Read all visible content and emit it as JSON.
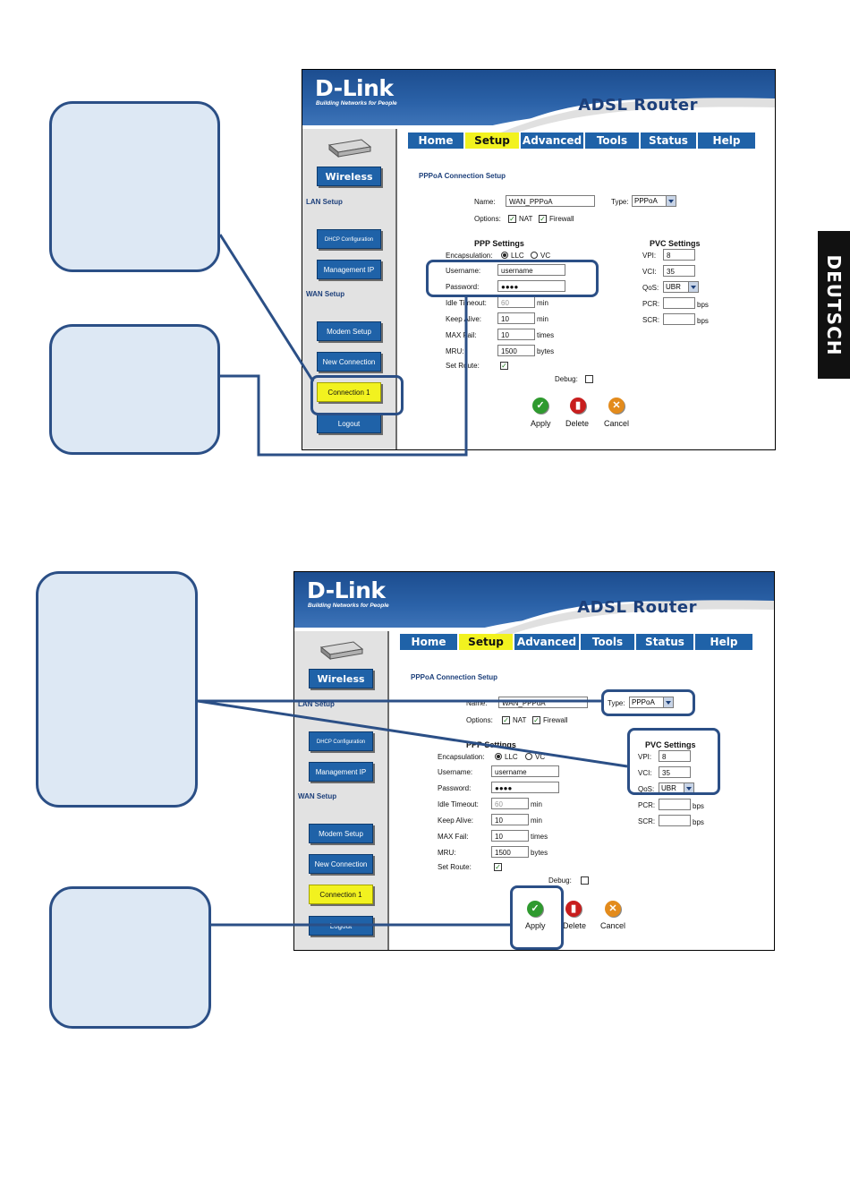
{
  "side_tab": {
    "label": "DEUTSCH"
  },
  "brand": {
    "logo": "D-Link",
    "tagline": "Building Networks for People",
    "product": "ADSL Router"
  },
  "tabs": [
    {
      "label": "Home"
    },
    {
      "label": "Setup"
    },
    {
      "label": "Advanced"
    },
    {
      "label": "Tools"
    },
    {
      "label": "Status"
    },
    {
      "label": "Help"
    }
  ],
  "active_tab": "Setup",
  "sidebar": {
    "wireless": "Wireless",
    "lan_setup": "LAN Setup",
    "dhcp": "DHCP Configuration",
    "management_ip": "Management IP",
    "wan_setup": "WAN Setup",
    "modem_setup": "Modem Setup",
    "new_connection": "New Connection",
    "connection1": "Connection 1",
    "logout": "Logout"
  },
  "form": {
    "title": "PPPoA Connection Setup",
    "name_label": "Name:",
    "name_value": "WAN_PPPoA",
    "type_label": "Type:",
    "type_value": "PPPoA",
    "options_label": "Options:",
    "nat_label": "NAT",
    "firewall_label": "Firewall",
    "ppp_settings": "PPP Settings",
    "pvc_settings": "PVC Settings",
    "encapsulation_label": "Encapsulation:",
    "llc": "LLC",
    "vc": "VC",
    "username_label": "Username:",
    "username_value": "username",
    "password_label": "Password:",
    "password_value": "●●●●",
    "idle_label": "Idle Timeout:",
    "idle_value": "60",
    "idle_unit": "min",
    "keepalive_label": "Keep Alive:",
    "keepalive_value": "10",
    "keepalive_unit": "min",
    "maxfail_label": "MAX Fail:",
    "maxfail_value": "10",
    "maxfail_unit": "times",
    "mru_label": "MRU:",
    "mru_value": "1500",
    "mru_unit": "bytes",
    "setroute_label": "Set Route:",
    "debug_label": "Debug:",
    "vpi_label": "VPI:",
    "vpi_value": "8",
    "vci_label": "VCI:",
    "vci_value": "35",
    "qos_label": "QoS:",
    "qos_value": "UBR",
    "pcr_label": "PCR:",
    "scr_label": "SCR:",
    "bps": "bps"
  },
  "actions": {
    "apply": "Apply",
    "delete": "Delete",
    "cancel": "Cancel"
  }
}
